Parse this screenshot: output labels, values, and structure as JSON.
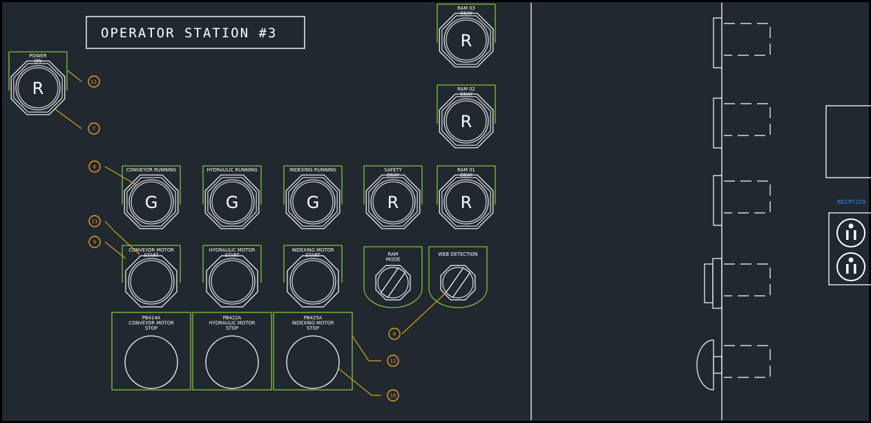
{
  "title": "OPERATOR STATION #3",
  "colors": {
    "background": "#212830",
    "frame": "#7ec83a",
    "line": "#ffffff",
    "leader": "#d9a21c",
    "bubble": "#e8a020",
    "tag": "#2f8bff"
  },
  "pilot_lights": [
    {
      "id": "power-on",
      "label": [
        "POWER",
        "ON"
      ],
      "letter": "R"
    },
    {
      "id": "ram-03-okay",
      "label": [
        "RAM  03",
        "OKAY"
      ],
      "letter": "R"
    },
    {
      "id": "ram-02-okay",
      "label": [
        "RAM  02",
        "OKAY"
      ],
      "letter": "R"
    },
    {
      "id": "conveyor-running",
      "label": [
        "CONVEYOR  RUNNING"
      ],
      "letter": "G"
    },
    {
      "id": "hydraulic-running",
      "label": [
        "HYDRAULIC  RUNNING"
      ],
      "letter": "G"
    },
    {
      "id": "indexing-running",
      "label": [
        "INDEXING  RUNNING"
      ],
      "letter": "G"
    },
    {
      "id": "safety-okay",
      "label": [
        "SAFETY",
        "OKAY"
      ],
      "letter": "R"
    },
    {
      "id": "ram-01-okay",
      "label": [
        "RAM  01",
        "OKAY"
      ],
      "letter": "R"
    }
  ],
  "start_buttons": [
    {
      "id": "conveyor-start",
      "label": [
        "CONVEYOR  MOTOR",
        "START"
      ]
    },
    {
      "id": "hydraulic-start",
      "label": [
        "HYDRAULIC  MOTOR",
        "START"
      ]
    },
    {
      "id": "indexing-start",
      "label": [
        "INDEXING  MOTOR",
        "START"
      ]
    }
  ],
  "selector_switches": [
    {
      "id": "ram-mode",
      "label": [
        "RAM",
        "MODE"
      ]
    },
    {
      "id": "web-detection",
      "label": [
        "WEB  DETECTION"
      ]
    }
  ],
  "stop_buttons": [
    {
      "id": "pb414a",
      "label": [
        "PB414A",
        "CONVEYOR  MOTOR",
        "STOP"
      ]
    },
    {
      "id": "pb422a",
      "label": [
        "PB422A",
        "HYDRAULIC  MOTOR",
        "STOP"
      ]
    },
    {
      "id": "pb425a",
      "label": [
        "PB425A",
        "INDEXING  MOTOR",
        "STOP"
      ]
    }
  ],
  "callouts": [
    {
      "id": "power-frame",
      "number": "11"
    },
    {
      "id": "power-ring",
      "number": "7"
    },
    {
      "id": "running-light",
      "number": "6"
    },
    {
      "id": "start-frame",
      "number": "11"
    },
    {
      "id": "start-button",
      "number": "9"
    },
    {
      "id": "selector",
      "number": "8"
    },
    {
      "id": "stop-frame",
      "number": "12"
    },
    {
      "id": "stop-button",
      "number": "10"
    }
  ],
  "receptacle": {
    "tag": "RECPT229"
  }
}
